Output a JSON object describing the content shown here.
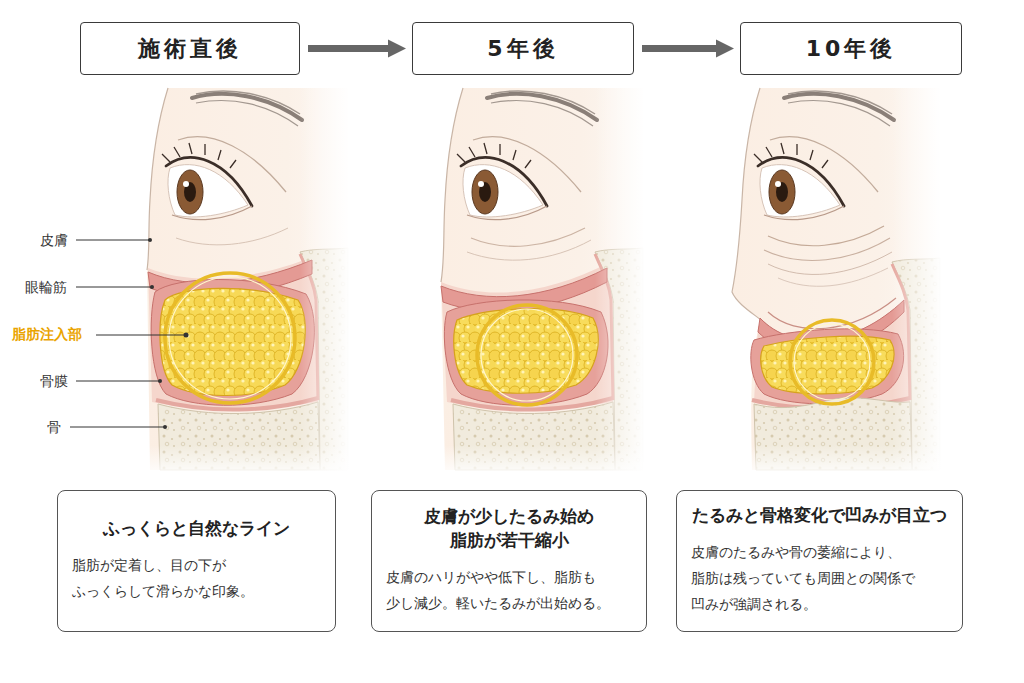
{
  "diagram": {
    "nodes": [
      {
        "text": [
          "施術直後"
        ]
      },
      {
        "text": [
          "5年後"
        ]
      },
      {
        "text": [
          "10年後"
        ]
      },
      {
        "text": [
          "ふっくらと自然なライン",
          "脂肪が定着し、目の下が ふっくらして滑らかな印象。"
        ]
      },
      {
        "text": [
          "皮膚が少したるみ始め 脂肪が若干縮小",
          "皮膚のハリがやや低下し、脂肪も 少し減少。軽いたるみが出始める。"
        ]
      },
      {
        "text": [
          "たるみと骨格変化で凹みが目立つ",
          "皮膚のたるみや骨の萎縮により、 脂肪は残っていても周囲との関係で 凹みが強調される。"
        ]
      }
    ],
    "edges": [
      {
        "from": 0,
        "to": 1,
        "arrow": "to"
      },
      {
        "from": 1,
        "to": 2,
        "arrow": "to"
      }
    ],
    "labels": [
      "皮膚",
      "眼輪筋",
      "脂肪注入部",
      "骨膜",
      "骨"
    ]
  }
}
